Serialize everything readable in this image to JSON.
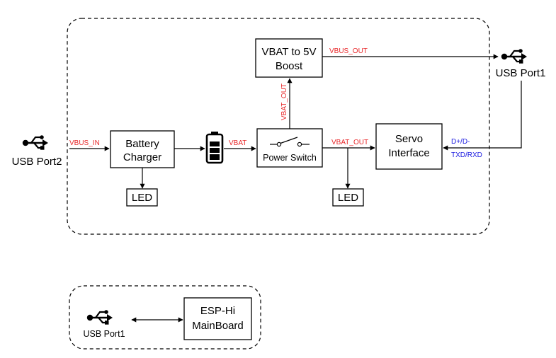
{
  "blocks": {
    "boost": [
      "VBAT to 5V",
      "Boost"
    ],
    "charger": [
      "Battery",
      "Charger"
    ],
    "power_switch": "Power Switch",
    "servo": [
      "Servo",
      "Interface"
    ],
    "led": "LED",
    "mainboard": [
      "ESP-Hi",
      "MainBoard"
    ]
  },
  "ports": {
    "usb_port1": "USB Port1",
    "usb_port2": "USB Port2"
  },
  "signals": {
    "vbus_in": "VBUS_IN",
    "vbat": "VBAT",
    "vbat_out": "VBAT_OUT",
    "vbus_out": "VBUS_OUT",
    "data_1": "D+/D-",
    "data_2": "TXD/RXD"
  },
  "colors": {
    "power_signal": "#e8282a",
    "data_signal": "#1a1ae0"
  },
  "icons": [
    "usb-icon",
    "battery-icon",
    "switch-symbol"
  ]
}
